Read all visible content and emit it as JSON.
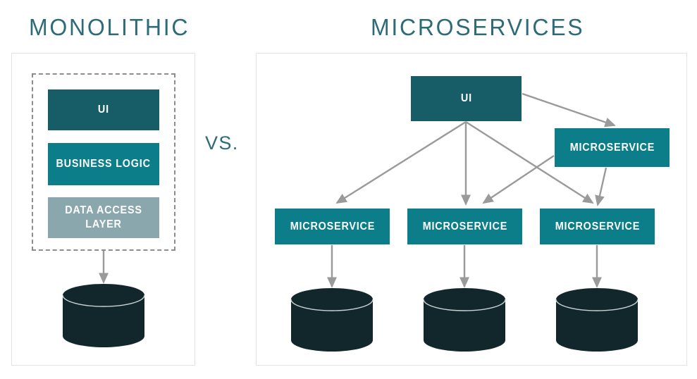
{
  "titles": {
    "left": "MONOLITHIC",
    "right": "MICROSERVICES",
    "divider": "VS."
  },
  "colors": {
    "title_teal": "#2d6b78",
    "box_dark_teal": "#165d68",
    "box_teal": "#0c7e8a",
    "box_gray_blue": "#8ba7ae",
    "database_fill": "#12272b",
    "arrow_gray": "#9a9a9a",
    "panel_border": "#e3e3e3",
    "dashed_border": "#8d8d8d",
    "label_text": "#ffffff"
  },
  "monolithic": {
    "boxes": [
      {
        "label": "UI",
        "style": "dark"
      },
      {
        "label": "BUSINESS LOGIC",
        "style": "teal"
      },
      {
        "label": "DATA ACCESS LAYER",
        "style": "gray"
      }
    ],
    "database": {
      "name": "database-cylinder"
    },
    "arrows": [
      {
        "from": "data-access-layer",
        "to": "database"
      }
    ]
  },
  "microservices": {
    "ui_box": {
      "label": "UI",
      "style": "dark"
    },
    "service_boxes": [
      {
        "label": "MICROSERVICE",
        "style": "teal",
        "position": "top-right"
      },
      {
        "label": "MICROSERVICE",
        "style": "teal",
        "position": "bottom-left"
      },
      {
        "label": "MICROSERVICE",
        "style": "teal",
        "position": "bottom-center"
      },
      {
        "label": "MICROSERVICE",
        "style": "teal",
        "position": "bottom-right"
      }
    ],
    "databases": [
      {
        "name": "database-cylinder-1"
      },
      {
        "name": "database-cylinder-2"
      },
      {
        "name": "database-cylinder-3"
      }
    ],
    "arrows": [
      {
        "from": "ui",
        "to": "microservice-top-right"
      },
      {
        "from": "ui",
        "to": "microservice-bottom-left"
      },
      {
        "from": "ui",
        "to": "microservice-bottom-center"
      },
      {
        "from": "ui",
        "to": "microservice-bottom-right"
      },
      {
        "from": "microservice-top-right",
        "to": "microservice-bottom-center"
      },
      {
        "from": "microservice-top-right",
        "to": "microservice-bottom-right"
      },
      {
        "from": "microservice-bottom-left",
        "to": "database-1"
      },
      {
        "from": "microservice-bottom-center",
        "to": "database-2"
      },
      {
        "from": "microservice-bottom-right",
        "to": "database-3"
      }
    ]
  }
}
